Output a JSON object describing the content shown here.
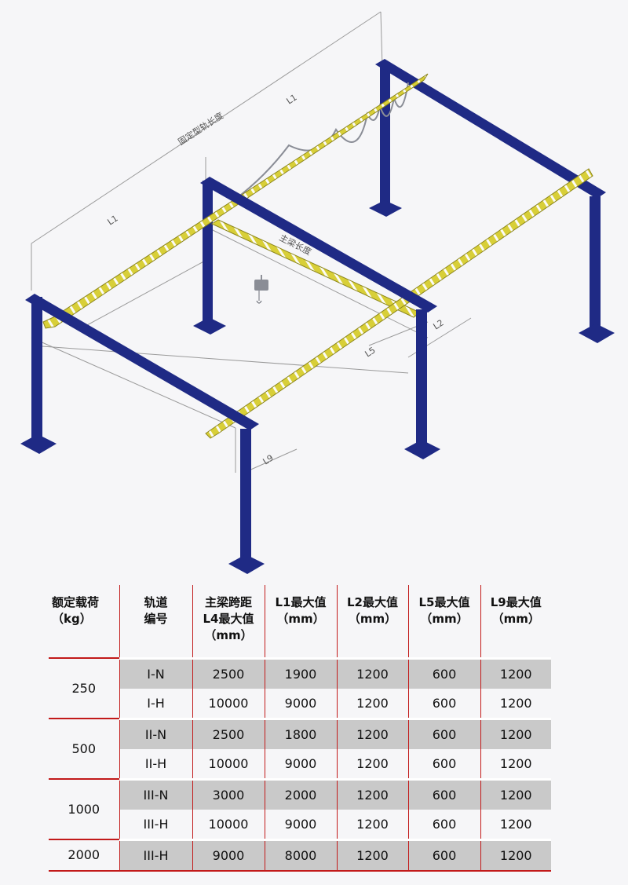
{
  "diagram": {
    "labels": {
      "fixed_rail_length": "固定型轨长度",
      "main_beam_length": "主梁长度",
      "l1_top": "L1",
      "l1_left": "L1",
      "l2": "L2",
      "l5": "L5",
      "l9": "L9"
    },
    "colors": {
      "column": "#1f2a85",
      "girder": "#1f2a85",
      "rail": "#d8cf38",
      "rail_edge": "#8c861c",
      "hoist": "#8a8d96",
      "dimension": "#9a9a9a"
    }
  },
  "table": {
    "headers": [
      [
        "额定载荷",
        "（kg）"
      ],
      [
        "轨道",
        "编号"
      ],
      [
        "主梁跨距",
        "L4最大值",
        "（mm）"
      ],
      [
        "L1最大值",
        "（mm）"
      ],
      [
        "L2最大值",
        "（mm）"
      ],
      [
        "L5最大值",
        "（mm）"
      ],
      [
        "L9最大值",
        "（mm）"
      ]
    ],
    "groups": [
      {
        "load": "250",
        "rows": [
          [
            "I-N",
            "2500",
            "1900",
            "1200",
            "600",
            "1200"
          ],
          [
            "I-H",
            "10000",
            "9000",
            "1200",
            "600",
            "1200"
          ]
        ]
      },
      {
        "load": "500",
        "rows": [
          [
            "II-N",
            "2500",
            "1800",
            "1200",
            "600",
            "1200"
          ],
          [
            "II-H",
            "10000",
            "9000",
            "1200",
            "600",
            "1200"
          ]
        ]
      },
      {
        "load": "1000",
        "rows": [
          [
            "III-N",
            "3000",
            "2000",
            "1200",
            "600",
            "1200"
          ],
          [
            "III-H",
            "10000",
            "9000",
            "1200",
            "600",
            "1200"
          ]
        ]
      },
      {
        "load": "2000",
        "rows": [
          [
            "III-H",
            "9000",
            "8000",
            "1200",
            "600",
            "1200"
          ]
        ]
      }
    ],
    "colors": {
      "rule": "#c21a1a",
      "shade": "#c9c9c9"
    }
  }
}
